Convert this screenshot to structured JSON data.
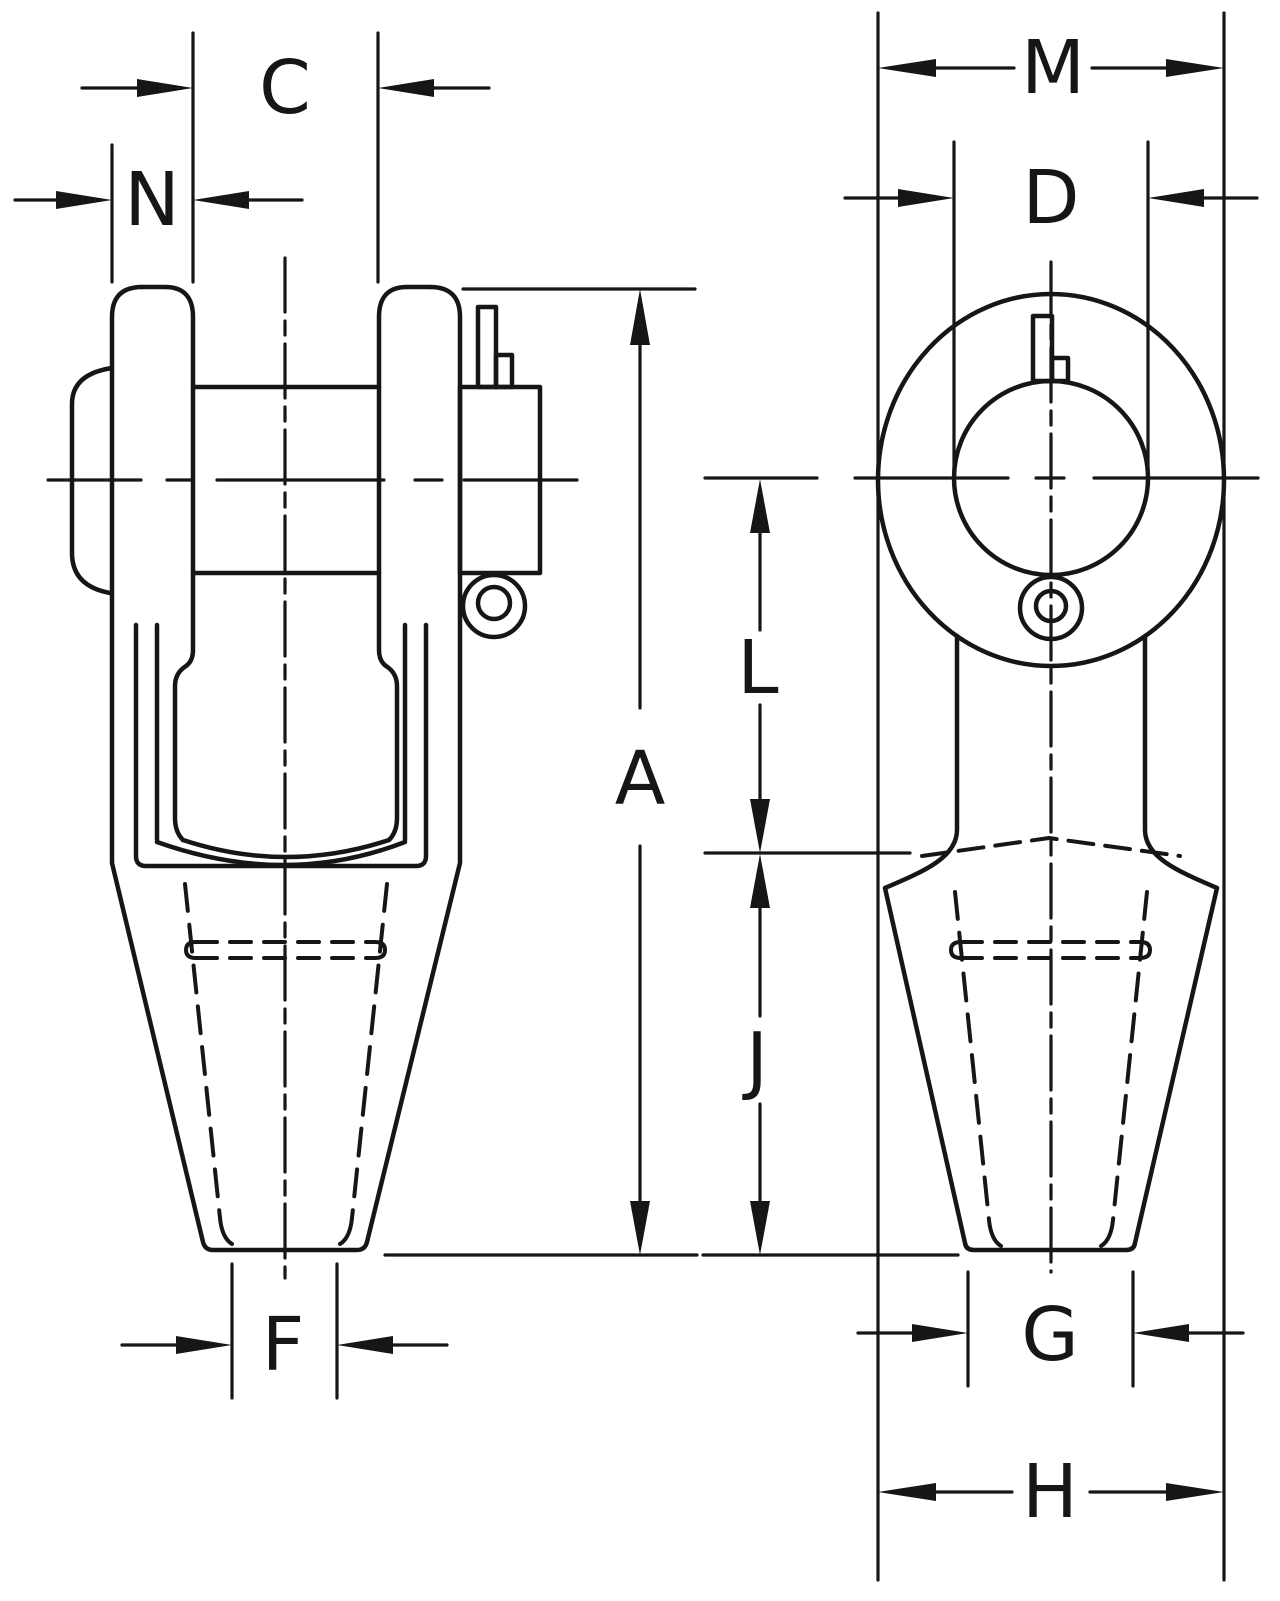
{
  "diagram": {
    "background": "#ffffff",
    "line_color": "#161616",
    "dimension_labels": {
      "A": "A",
      "C": "C",
      "D": "D",
      "F": "F",
      "G": "G",
      "H": "H",
      "J": "J",
      "L": "L",
      "M": "M",
      "N": "N"
    }
  }
}
